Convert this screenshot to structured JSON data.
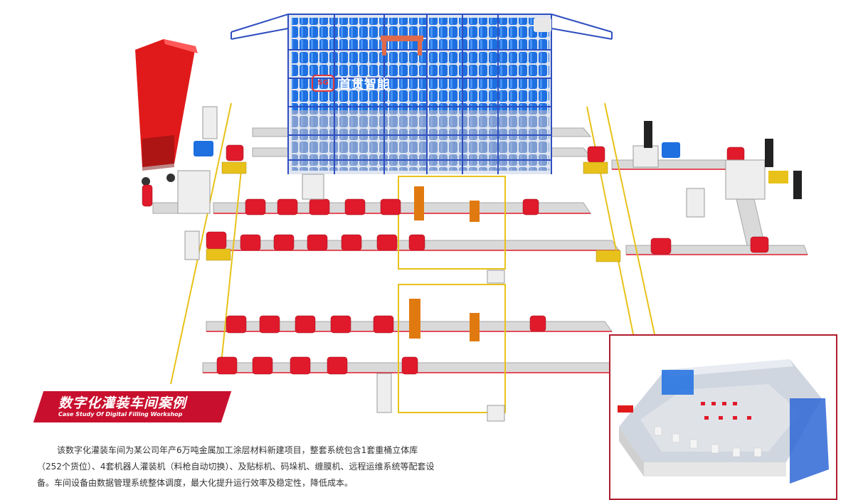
{
  "brand": {
    "logo_text": "SG",
    "name": "首贯智能"
  },
  "case": {
    "title": "数字化灌装车间案例",
    "subtitle": "Case Study Of Digital Filling Workshop"
  },
  "description": "该数字化灌装车间为某公司年产6万吨金属加工涂层材料新建项目，整套系统包含1套重桶立体库（252个货位）、4套机器人灌装机（料枪自动切换）、及贴标机、码垛机、缠膜机、远程运维系统等配套设备。车间设备由数据管理系统整体调度，最大化提升运行效率及稳定性，降低成本。",
  "colors": {
    "accent": "#c8102e",
    "rack_frame": "#2f4fbf",
    "barrel_blue": "#1e6fe0",
    "barrel_red": "#e01a2b",
    "robot_orange": "#e07a10",
    "truck_red": "#e01a1a",
    "conveyor": "#c9c9c9"
  }
}
